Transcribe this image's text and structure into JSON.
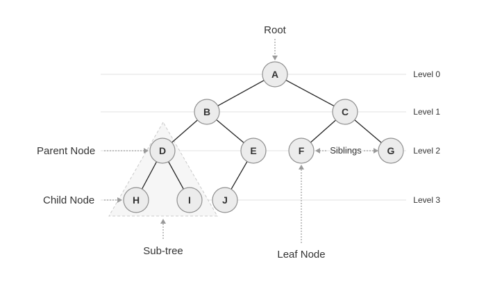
{
  "nodes": [
    {
      "id": "A",
      "label": "A"
    },
    {
      "id": "B",
      "label": "B"
    },
    {
      "id": "C",
      "label": "C"
    },
    {
      "id": "D",
      "label": "D"
    },
    {
      "id": "E",
      "label": "E"
    },
    {
      "id": "F",
      "label": "F"
    },
    {
      "id": "G",
      "label": "G"
    },
    {
      "id": "H",
      "label": "H"
    },
    {
      "id": "I",
      "label": "I"
    },
    {
      "id": "J",
      "label": "J"
    }
  ],
  "edges": [
    [
      "A",
      "B"
    ],
    [
      "A",
      "C"
    ],
    [
      "B",
      "D"
    ],
    [
      "B",
      "E"
    ],
    [
      "C",
      "F"
    ],
    [
      "C",
      "G"
    ],
    [
      "D",
      "H"
    ],
    [
      "D",
      "I"
    ],
    [
      "E",
      "J"
    ]
  ],
  "levels": [
    {
      "label": "Level 0"
    },
    {
      "label": "Level 1"
    },
    {
      "label": "Level 2"
    },
    {
      "label": "Level 3"
    }
  ],
  "annotations": {
    "root": "Root",
    "parent_node": "Parent Node",
    "child_node": "Child Node",
    "sub_tree": "Sub-tree",
    "leaf_node": "Leaf Node",
    "siblings": "Siblings"
  },
  "colors": {
    "node_fill": "#ececec",
    "node_stroke": "#8f8f8f",
    "edge": "#222222",
    "annotation_arrow": "#9a9a9a"
  }
}
